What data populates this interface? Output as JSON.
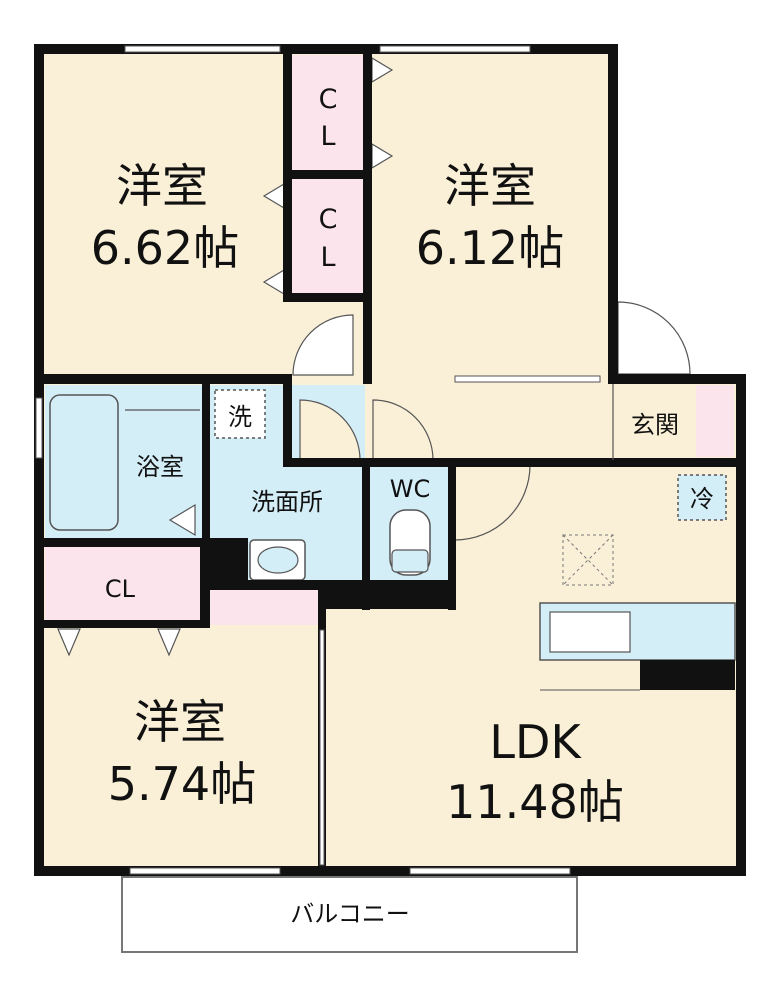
{
  "colors": {
    "room": "#faf0d7",
    "closet": "#fce4ec",
    "wet": "#d4eef8",
    "wall": "#111111",
    "balcony": "#ffffff"
  },
  "rooms": {
    "western_nw": {
      "name": "洋室",
      "size": "6.62帖"
    },
    "western_ne": {
      "name": "洋室",
      "size": "6.12帖"
    },
    "western_sw": {
      "name": "洋室",
      "size": "5.74帖"
    },
    "ldk": {
      "name": "LDK",
      "size": "11.48帖"
    }
  },
  "closets": {
    "upper": [
      "C",
      "L"
    ],
    "lower": [
      "C",
      "L"
    ],
    "sw": "CL"
  },
  "labels": {
    "bath": "浴室",
    "washroom": "洗面所",
    "washer": "洗",
    "toilet": "WC",
    "entrance": "玄関",
    "fridge": "冷",
    "balcony": "バルコニー"
  }
}
